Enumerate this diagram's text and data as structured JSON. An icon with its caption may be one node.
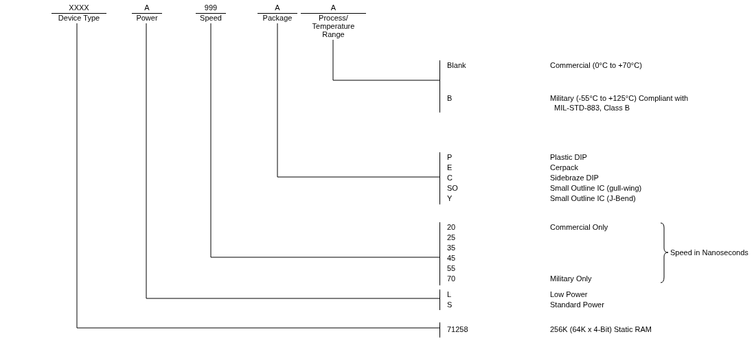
{
  "diagram": {
    "nodes": [
      {
        "text": [
          "XXXX",
          "Device Type"
        ]
      },
      {
        "text": [
          "A",
          "Power"
        ]
      },
      {
        "text": [
          "999",
          "Speed"
        ]
      },
      {
        "text": [
          "A",
          "Package"
        ]
      },
      {
        "text": [
          "A",
          "Process/ Temperature Range"
        ]
      },
      {
        "text": [
          "Blank",
          "Commercial (0°C to +70°C)",
          "B",
          "Military (-55°C to +125°C) Compliant with MIL-STD-883, Class B"
        ]
      },
      {
        "text": [
          "P",
          "Plastic DIP",
          "E",
          "Cerpack",
          "C",
          "Sidebraze DIP",
          "SO",
          "Small Outline IC (gull-wing)",
          "Y",
          "Small Outline IC (J-Bend)"
        ]
      },
      {
        "text": [
          "20",
          "Commercial Only",
          "25",
          "35",
          "45",
          "55",
          "70",
          "Military Only"
        ],
        "beside": [
          "Speed in Nanoseconds"
        ]
      },
      {
        "text": [
          "L",
          "Low Power",
          "S",
          "Standard Power"
        ]
      },
      {
        "text": [
          "71258",
          "256K (64K x 4-Bit) Static RAM"
        ]
      }
    ],
    "edges": [
      {
        "from": 4,
        "to": 5,
        "arrow": "none"
      },
      {
        "from": 3,
        "to": 6,
        "arrow": "none"
      },
      {
        "from": 2,
        "to": 7,
        "arrow": "none"
      },
      {
        "from": 1,
        "to": 8,
        "arrow": "none"
      },
      {
        "from": 0,
        "to": 9,
        "arrow": "none"
      }
    ]
  }
}
